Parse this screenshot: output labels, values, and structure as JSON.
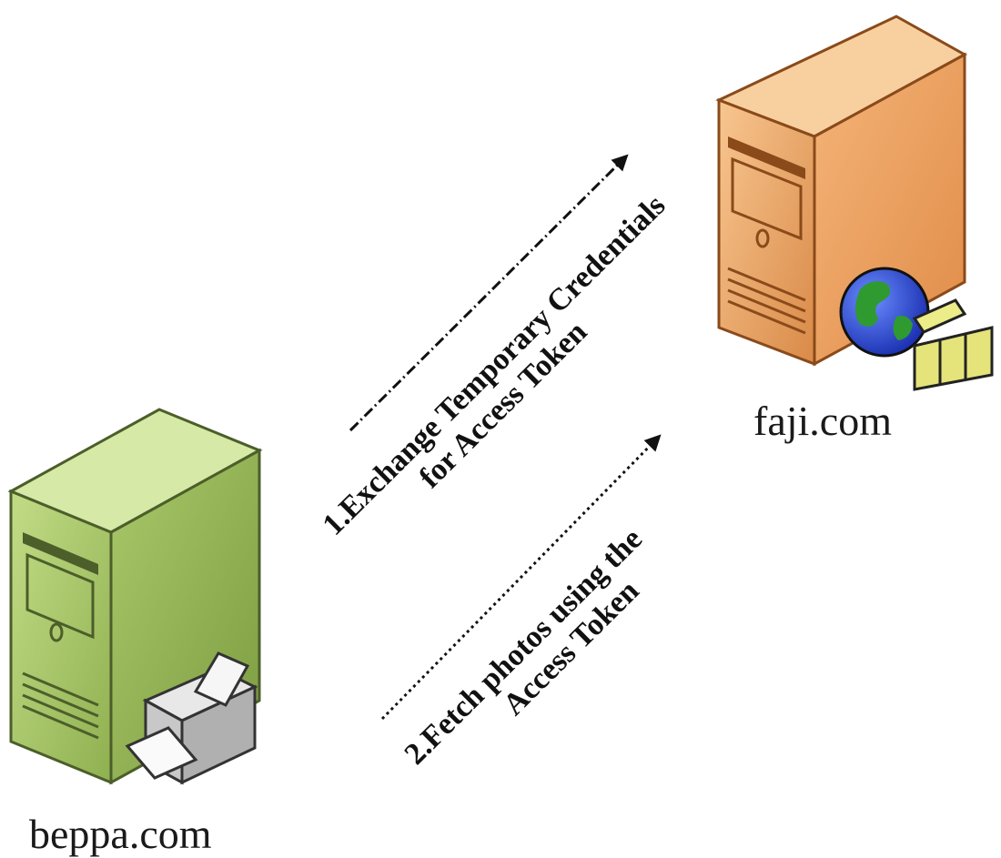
{
  "nodes": {
    "client": {
      "name": "beppa.com",
      "color": "#a8c86a",
      "icon": "printer-icon"
    },
    "server": {
      "name": "faji.com",
      "color": "#e8a060",
      "icon": "globe-icon"
    }
  },
  "steps": [
    {
      "line1": "1.Exchange Temporary Credentials",
      "line2": "for Access Token"
    },
    {
      "line1": "2.Fetch photos using the",
      "line2": "Access Token"
    }
  ]
}
